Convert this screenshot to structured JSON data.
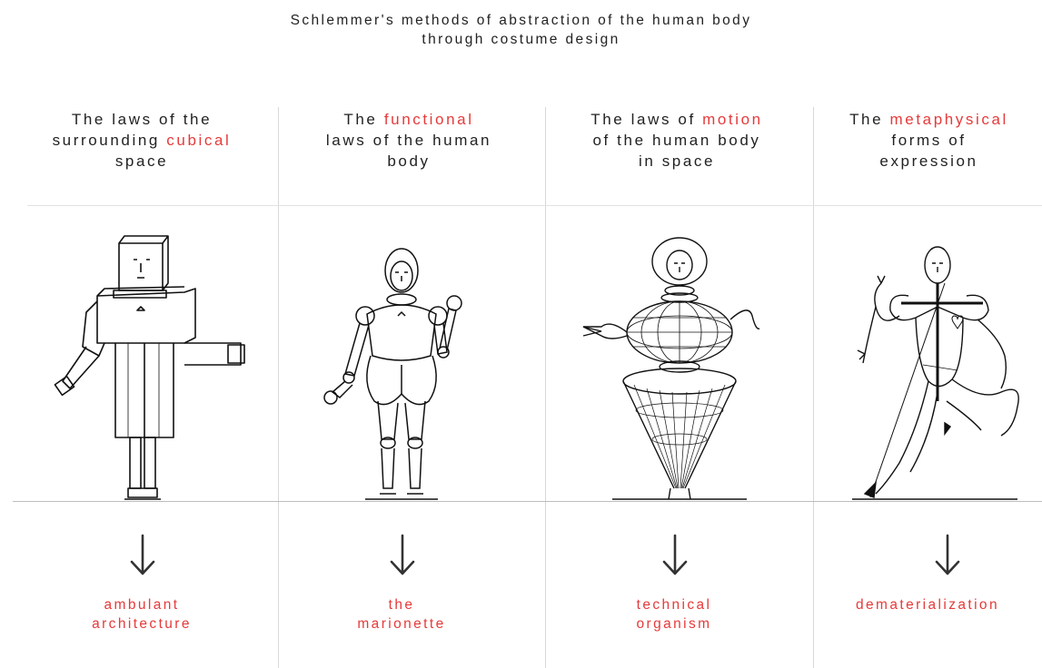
{
  "title": {
    "line1": "Schlemmer's methods of abstraction of the human body",
    "line2": "through costume design"
  },
  "columns": [
    {
      "heading": [
        [
          {
            "t": "The laws of the",
            "hl": false
          }
        ],
        [
          {
            "t": "surrounding ",
            "hl": false
          },
          {
            "t": "cubical",
            "hl": true
          }
        ],
        [
          {
            "t": "space",
            "hl": false
          }
        ]
      ],
      "figure": "cubic-figure",
      "result": [
        "ambulant",
        "architecture"
      ]
    },
    {
      "heading": [
        [
          {
            "t": "The ",
            "hl": false
          },
          {
            "t": "functional",
            "hl": true
          }
        ],
        [
          {
            "t": "laws of the human",
            "hl": false
          }
        ],
        [
          {
            "t": "body",
            "hl": false
          }
        ]
      ],
      "figure": "marionette-figure",
      "result": [
        "the",
        "marionette"
      ]
    },
    {
      "heading": [
        [
          {
            "t": "The laws of ",
            "hl": false
          },
          {
            "t": "motion",
            "hl": true
          }
        ],
        [
          {
            "t": "of the human body",
            "hl": false
          }
        ],
        [
          {
            "t": "in space",
            "hl": false
          }
        ]
      ],
      "figure": "technical-organism-figure",
      "result": [
        "technical",
        "organism"
      ]
    },
    {
      "heading": [
        [
          {
            "t": "The ",
            "hl": false
          },
          {
            "t": "metaphysical",
            "hl": true
          }
        ],
        [
          {
            "t": "forms of",
            "hl": false
          }
        ],
        [
          {
            "t": "expression",
            "hl": false
          }
        ]
      ],
      "figure": "dematerialization-figure",
      "result": [
        "dematerialization"
      ]
    }
  ],
  "colors": {
    "highlight": "#e63a3a",
    "text": "#222222",
    "divider": "#d8d8d8"
  },
  "icons": [
    "arrow-down-icon"
  ]
}
